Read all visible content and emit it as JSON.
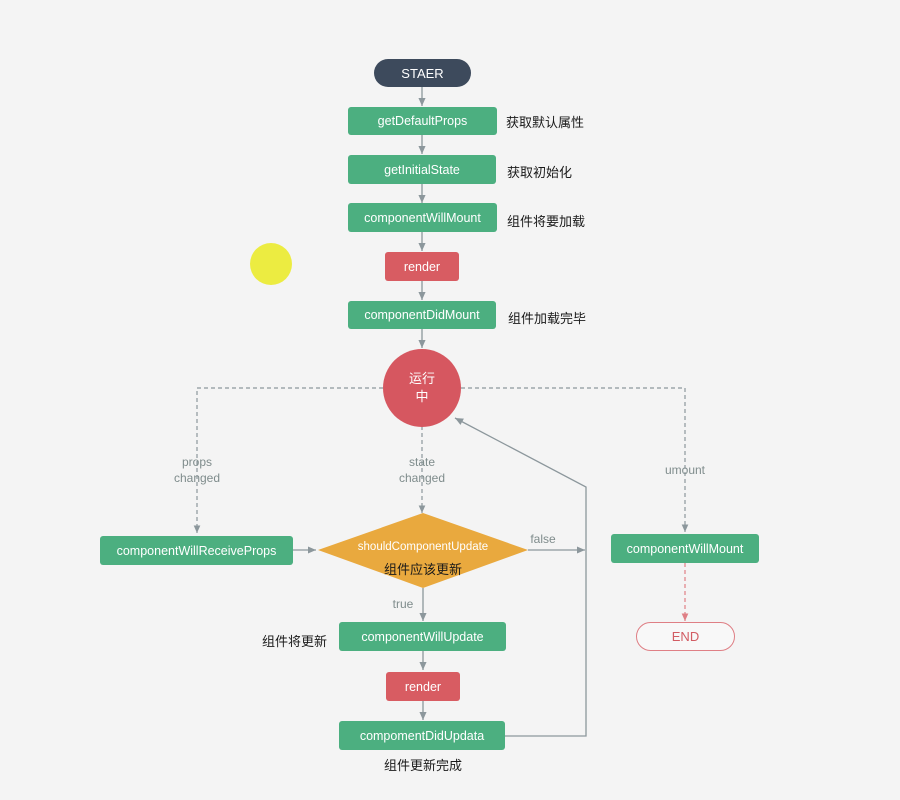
{
  "nodes": {
    "start": "STAER",
    "get_default_props": "getDefaultProps",
    "get_initial_state": "getInitialState",
    "component_will_mount": "componentWillMount",
    "render_mount": "render",
    "component_did_mount": "componentDidMount",
    "running_line1": "运行",
    "running_line2": "中",
    "component_will_receive_props": "componentWillReceiveProps",
    "should_component_update": "shouldComponentUpdate",
    "component_will_update": "componentWillUpdate",
    "render_update": "render",
    "component_did_update": "compomentDidUpdata",
    "component_will_unmount": "componentWillMount",
    "end": "END"
  },
  "notes": {
    "get_default_props": "获取默认属性",
    "get_initial_state": "获取初始化",
    "component_will_mount": "组件将要加载",
    "component_did_mount": "组件加载完毕",
    "should_component_update": "组件应该更新",
    "component_will_update": "组件将更新",
    "component_did_update": "组件更新完成"
  },
  "edge_labels": {
    "props_line1": "props",
    "props_line2": "changed",
    "state_line1": "state",
    "state_line2": "changed",
    "umount": "umount",
    "true": "true",
    "false": "false"
  },
  "colors": {
    "green": "#4caf80",
    "red": "#d85c62",
    "dark": "#3d4a5c",
    "diamond": "#e9a93e",
    "line": "#8c979c",
    "dashed_red": "#df7f85"
  }
}
